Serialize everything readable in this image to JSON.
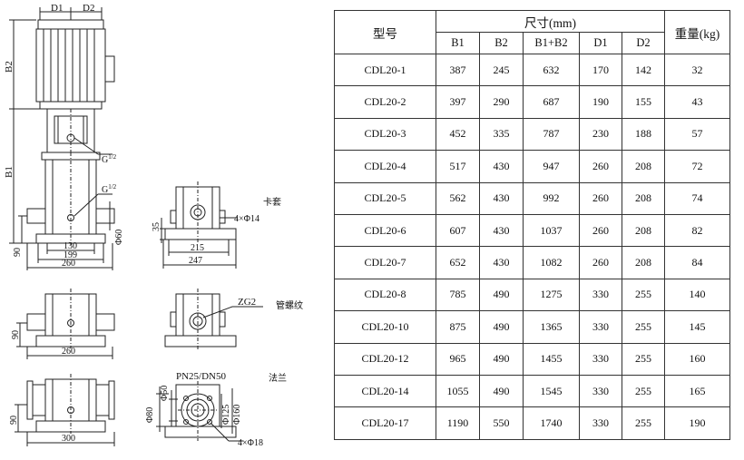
{
  "drawing": {
    "labels": {
      "d1": "D1",
      "d2": "D2",
      "b2": "B2",
      "b1": "B1",
      "g_upper": "G",
      "g_upper_exp": "1/2",
      "g_lower": "G",
      "g_lower_exp": "1/2",
      "dim_90_a": "90",
      "dim_130": "130",
      "dim_199": "199",
      "dim_260_a": "260",
      "dim_phi60": "Φ60",
      "dim_35": "35",
      "dim_4phi14": "4×Φ14",
      "dim_215": "215",
      "dim_247": "247",
      "clamp_label": "卡套",
      "dim_90_b": "90",
      "dim_260_b": "260",
      "zg2": "ZG2",
      "thread_label": "管螺纹",
      "pn_label": "PN25/DN50",
      "flange_label": "法兰",
      "dim_phi50": "Φ50",
      "dim_phi80": "Φ80",
      "dim_phi125": "Φ125",
      "dim_phi160": "Φ160",
      "dim_4phi18": "4×Φ18",
      "dim_90_c": "90",
      "dim_300": "300"
    }
  },
  "table": {
    "header": {
      "model": "型号",
      "dims": "尺寸(mm)",
      "weight": "重量(kg)",
      "cols": [
        "B1",
        "B2",
        "B1+B2",
        "D1",
        "D2"
      ]
    },
    "rows": [
      [
        "CDL20-1",
        "387",
        "245",
        "632",
        "170",
        "142",
        "32"
      ],
      [
        "CDL20-2",
        "397",
        "290",
        "687",
        "190",
        "155",
        "43"
      ],
      [
        "CDL20-3",
        "452",
        "335",
        "787",
        "230",
        "188",
        "57"
      ],
      [
        "CDL20-4",
        "517",
        "430",
        "947",
        "260",
        "208",
        "72"
      ],
      [
        "CDL20-5",
        "562",
        "430",
        "992",
        "260",
        "208",
        "74"
      ],
      [
        "CDL20-6",
        "607",
        "430",
        "1037",
        "260",
        "208",
        "82"
      ],
      [
        "CDL20-7",
        "652",
        "430",
        "1082",
        "260",
        "208",
        "84"
      ],
      [
        "CDL20-8",
        "785",
        "490",
        "1275",
        "330",
        "255",
        "140"
      ],
      [
        "CDL20-10",
        "875",
        "490",
        "1365",
        "330",
        "255",
        "145"
      ],
      [
        "CDL20-12",
        "965",
        "490",
        "1455",
        "330",
        "255",
        "160"
      ],
      [
        "CDL20-14",
        "1055",
        "490",
        "1545",
        "330",
        "255",
        "165"
      ],
      [
        "CDL20-17",
        "1190",
        "550",
        "1740",
        "330",
        "255",
        "190"
      ]
    ]
  }
}
